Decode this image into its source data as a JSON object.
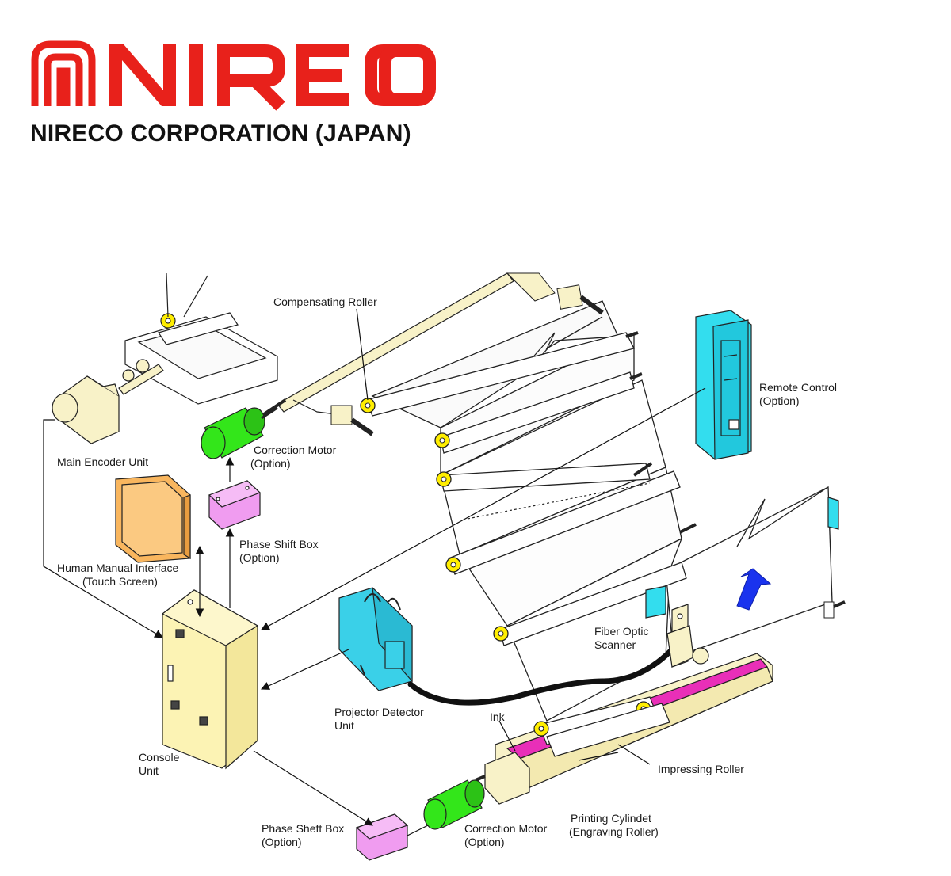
{
  "header": {
    "logo_text": "NIRECO",
    "company": "NIRECO CORPORATION (JAPAN)",
    "brand_color": "#e8211b"
  },
  "labels": {
    "compensating_roller": "Compensating Roller",
    "remote_control": [
      "Remote Control",
      "(Option)"
    ],
    "main_encoder": "Main Encoder Unit",
    "correction_motor_top": [
      "Correction Motor",
      "(Option)"
    ],
    "phase_shift_box_top": [
      "Phase Shift Box",
      "(Option)"
    ],
    "hmi": [
      "Human Manual Interface",
      "(Touch Screen)"
    ],
    "fiber_optic": [
      "Fiber Optic",
      "Scanner"
    ],
    "projector_detector": [
      "Projector Detector",
      "Unit"
    ],
    "ink": "Ink",
    "console": [
      "Console",
      "Unit"
    ],
    "impressing_roller": "Impressing Roller",
    "printing_cylinder": [
      "Printing Cylindet",
      "(Engraving Roller)"
    ],
    "phase_shift_box_bottom": [
      "Phase Sheft Box",
      "(Option)"
    ],
    "correction_motor_bottom": [
      "Correction Motor",
      "(Option)"
    ]
  },
  "colors": {
    "motor": "#33e61a",
    "phase_box": "#f09cf0",
    "console": "#fcf3b4",
    "remote": "#33ddee",
    "detector": "#3ad0e8",
    "hmi": "#f9b65e",
    "roller_end": "#ffee00",
    "ink": "#e92fb8",
    "arrow": "#1a33ee",
    "encoder": "#f8f2c8"
  }
}
